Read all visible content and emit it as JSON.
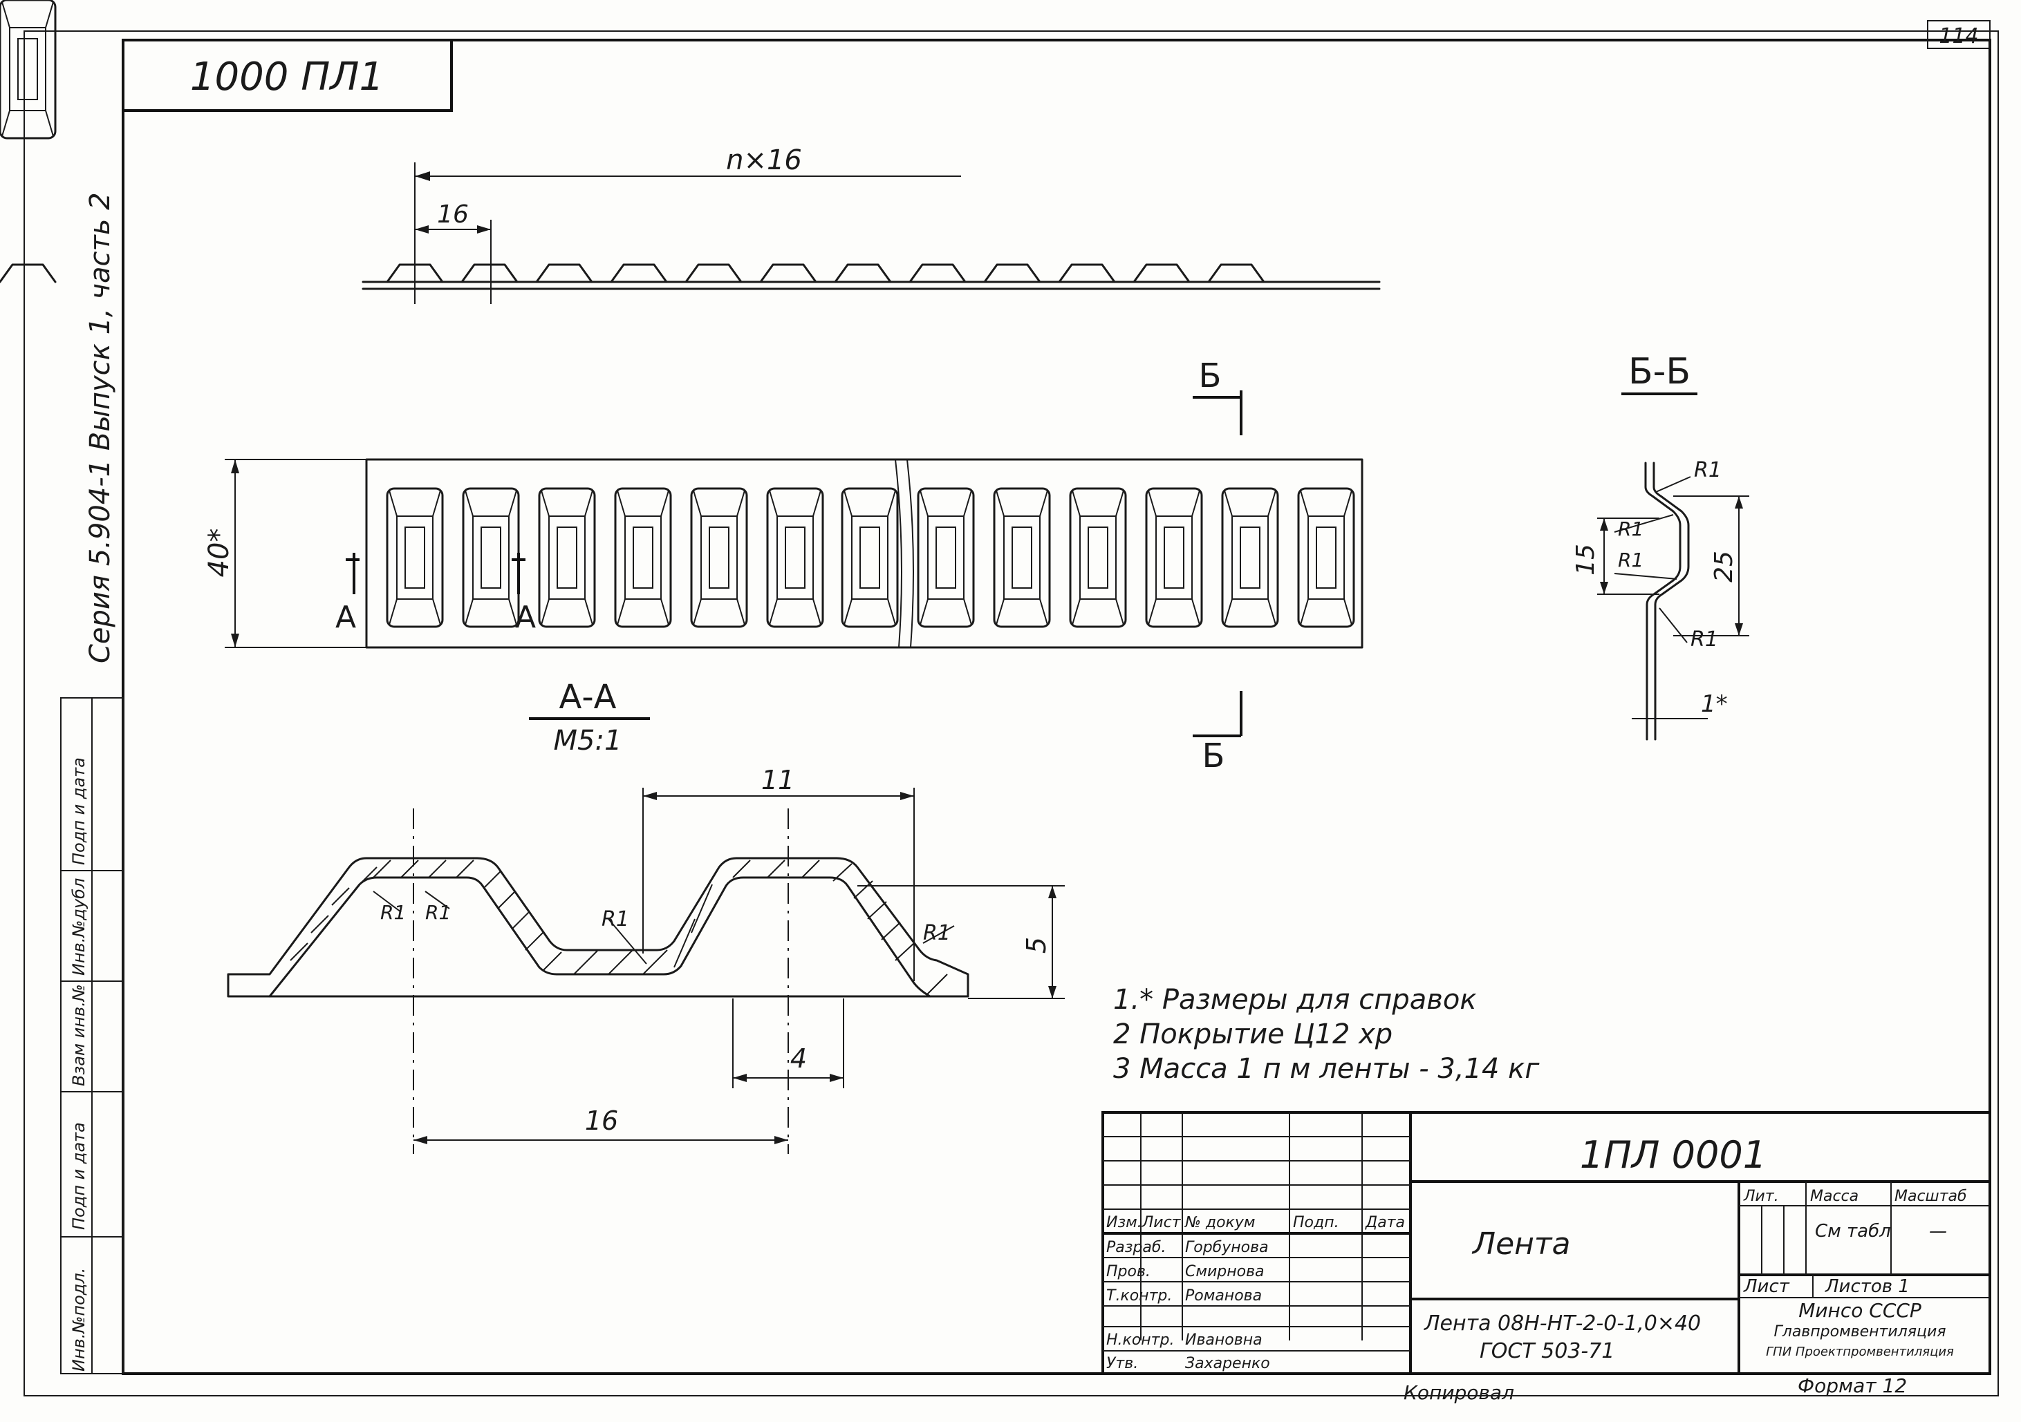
{
  "sheet": {
    "page_number": "114",
    "top_stamp": "1000 ПЛ1",
    "series_label": "Серия 5.904-1 Выпуск 1, часть 2",
    "left_strip": [
      "Инв.№подл.",
      "Подп и дата",
      "Взам инв.№",
      "Инв.№дубл",
      "Подп и дата"
    ]
  },
  "drawing": {
    "top_dim_total": "n×16",
    "top_dim_pitch": "16",
    "plan_width": "40*",
    "section_mark": "А",
    "cut_mark": "Б",
    "bb_title": "Б-Б",
    "bb_r_top": "R1",
    "bb_r_mid1": "R1",
    "bb_r_mid2": "R1",
    "bb_r_bottom": "R1",
    "bb_dim_15": "15",
    "bb_dim_25": "25",
    "bb_dim_1": "1*",
    "aa_title": "А-А",
    "aa_scale": "М5:1",
    "aa_dim_11": "11",
    "aa_dim_5": "5",
    "aa_dim_4": "4",
    "aa_dim_16": "16",
    "aa_r1": "R1",
    "aa_r2": "R1",
    "aa_r3": "R1",
    "aa_r4": "R1"
  },
  "notes": [
    "1.* Размеры для справок",
    "2  Покрытие Ц12 хр",
    "3  Масса 1 п м ленты - 3,14 кг"
  ],
  "title_block": {
    "designation": "1ПЛ 0001",
    "part_name": "Лента",
    "material_line1": "Лента 08Н-НТ-2-0-1,0×40",
    "material_line2": "ГОСТ 503-71",
    "lit_header": "Лит.",
    "mass_header": "Масса",
    "scale_header": "Масштаб",
    "mass_value": "См табл",
    "scale_value": "—",
    "sheet_label": "Лист",
    "sheets_label": "Листов 1",
    "org_line1": "Минсо СССР",
    "org_line2": "Главпромвентиляция",
    "org_line3": "ГПИ Проектпромвентиляция",
    "format": "Формат 12",
    "copied": "Копировал",
    "rows": [
      {
        "role": "Изм.Лист",
        "name": "№ докум",
        "sign": "Подп.",
        "date": "Дата"
      },
      {
        "role": "Разраб.",
        "name": "Горбунова",
        "sign": "",
        "date": ""
      },
      {
        "role": "Пров.",
        "name": "Смирнова",
        "sign": "",
        "date": ""
      },
      {
        "role": "Т.контр.",
        "name": "Романова",
        "sign": "",
        "date": ""
      },
      {
        "role": "Н.контр.",
        "name": "Ивановна",
        "sign": "",
        "date": ""
      },
      {
        "role": "Утв.",
        "name": "Захаренко",
        "sign": "",
        "date": ""
      }
    ]
  }
}
